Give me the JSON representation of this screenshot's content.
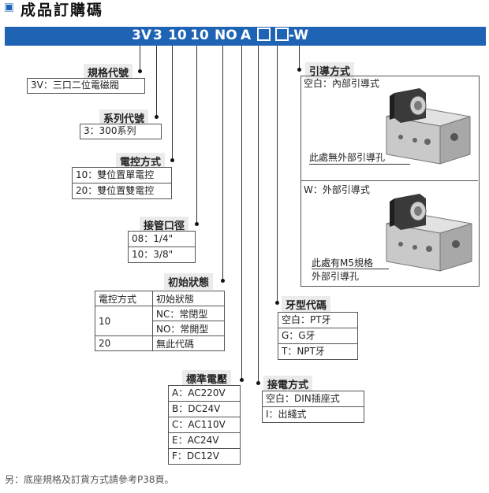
{
  "header": {
    "title": "成品訂購碼"
  },
  "code": {
    "p1": "3V",
    "p2": "3",
    "p3": "10",
    "p4": "10",
    "p5": "NO",
    "p6": "A",
    "p7": "□",
    "p8": "□",
    "p9": "-W"
  },
  "spec_code": {
    "label": "規格代號",
    "value": "3V：三口二位電磁閥"
  },
  "series_code": {
    "label": "系列代號",
    "value": "3：300系列"
  },
  "control": {
    "label": "電控方式",
    "options": [
      "10：雙位置單電控",
      "20：雙位置雙電控"
    ]
  },
  "port": {
    "label": "接管口徑",
    "options": [
      "08：1/4\"",
      "10：3/8\""
    ]
  },
  "initial": {
    "label": "初始狀態",
    "col1": "電控方式",
    "col2": "初始狀態",
    "r1_c1": "10",
    "r1_a": "NC：常閉型",
    "r1_b": "NO：常開型",
    "r2_c1": "20",
    "r2_c2": "無此代碼"
  },
  "voltage": {
    "label": "標準電壓",
    "options": [
      "A：AC220V",
      "B：DC24V",
      "C：AC110V",
      "E：AC24V",
      "F：DC12V"
    ]
  },
  "connection": {
    "label": "接電方式",
    "options": [
      "空白：DIN插座式",
      "I：出綫式"
    ]
  },
  "thread": {
    "label": "牙型代碼",
    "options": [
      "空白：PT牙",
      "G：G牙",
      "T：NPT牙"
    ]
  },
  "pilot": {
    "label": "引導方式",
    "blank_title": "空白：內部引導式",
    "blank_note": "此處無外部引導孔",
    "w_title": "W：外部引導式",
    "w_note_1": "此處有M5規格",
    "w_note_2": "外部引導孔"
  },
  "footer": {
    "note": "另：底座規格及訂貨方式請參考P38頁。"
  },
  "colors": {
    "brand_blue": "#1f63b5",
    "label_bg": "#ebebeb"
  }
}
